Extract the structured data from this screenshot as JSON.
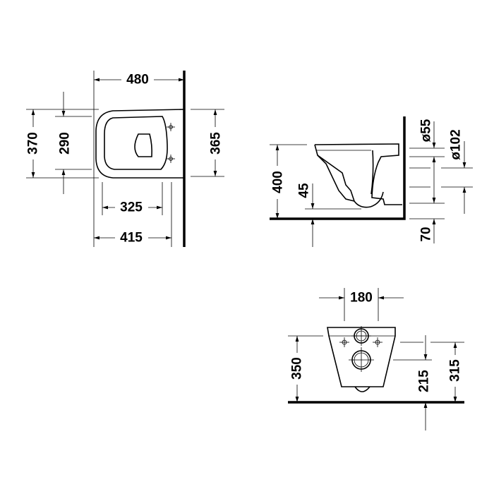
{
  "top_view": {
    "width_480": "480",
    "height_370": "370",
    "seat_290": "290",
    "wall_365": "365",
    "inner_325": "325",
    "depth_415": "415"
  },
  "side_view": {
    "height_400": "400",
    "drop_45": "45",
    "dia_55": "ø55",
    "dia_102": "ø102",
    "offset_70": "70"
  },
  "front_view": {
    "spacing_180": "180",
    "height_350": "350",
    "height_215": "215",
    "height_315": "315"
  },
  "colors": {
    "line": "#000000",
    "background": "#ffffff"
  }
}
